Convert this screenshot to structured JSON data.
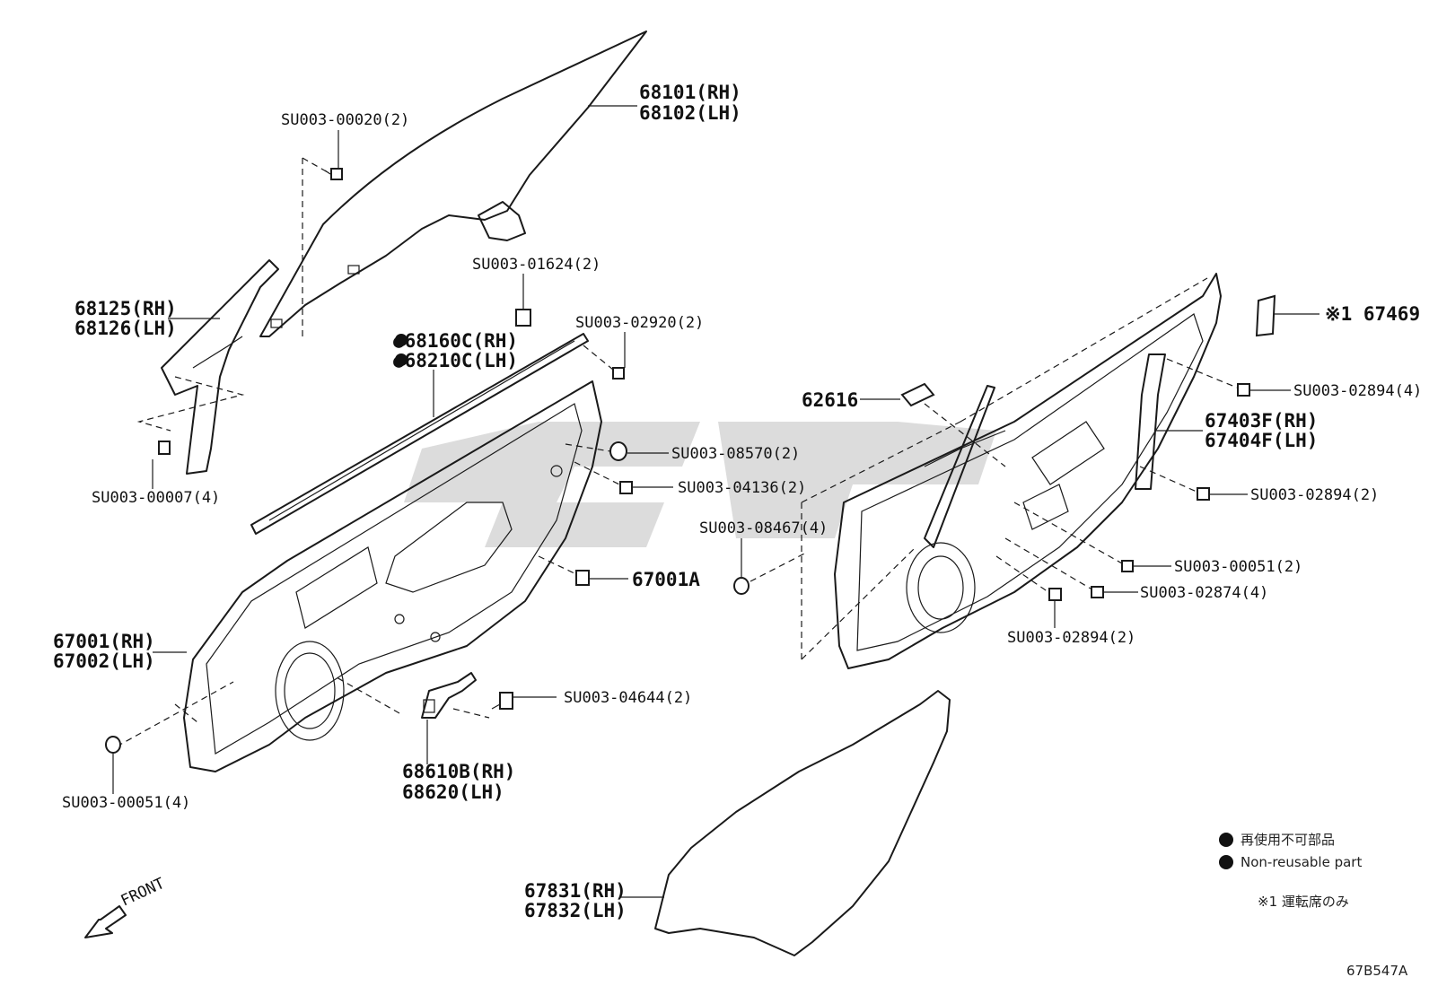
{
  "labels": {
    "glass": [
      "68101(RH)",
      "68102(LH)"
    ],
    "bolt_top": "SU003-00020(2)",
    "glass_bolt": "SU003-01624(2)",
    "screw_a": "SU003-02920(2)",
    "weatherstrip": [
      "●68160C(RH)",
      "●68210C(LH)"
    ],
    "division_bar": [
      "68125(RH)",
      "68126(LH)"
    ],
    "bolt_left": "SU003-00007(4)",
    "grommet_a": "SU003-08570(2)",
    "nut_a": "SU003-04136(2)",
    "plug_a": "67001A",
    "door_panel": [
      "67001(RH)",
      "67002(LH)"
    ],
    "bolt_check": "SU003-04644(2)",
    "check": [
      "68610B(RH)",
      "68620(LH)"
    ],
    "nut_bottom": "SU003-00051(4)",
    "clip": "62616",
    "nut_plug": "SU003-08467(4)",
    "service_cover": "※1 67469",
    "nut_right_top": "SU003-02894(4)",
    "regulator": [
      "67403F(RH)",
      "67404F(LH)"
    ],
    "nut_right_mid": "SU003-02894(2)",
    "nut_right_51": "SU003-00051(2)",
    "nut_right_74": "SU003-02874(4)",
    "nut_right_bottom": "SU003-02894(2)",
    "sheet": [
      "67831(RH)",
      "67832(LH)"
    ],
    "front": "FRONT"
  },
  "legend": {
    "ja": "再使用不可部品",
    "en": "Non-reusable part",
    "note": "※1 運転席のみ"
  },
  "ref_code": "67B547A",
  "icons": {
    "front_arrow": "arrow-left-down-icon",
    "non_reusable": "filled-circle-icon"
  }
}
